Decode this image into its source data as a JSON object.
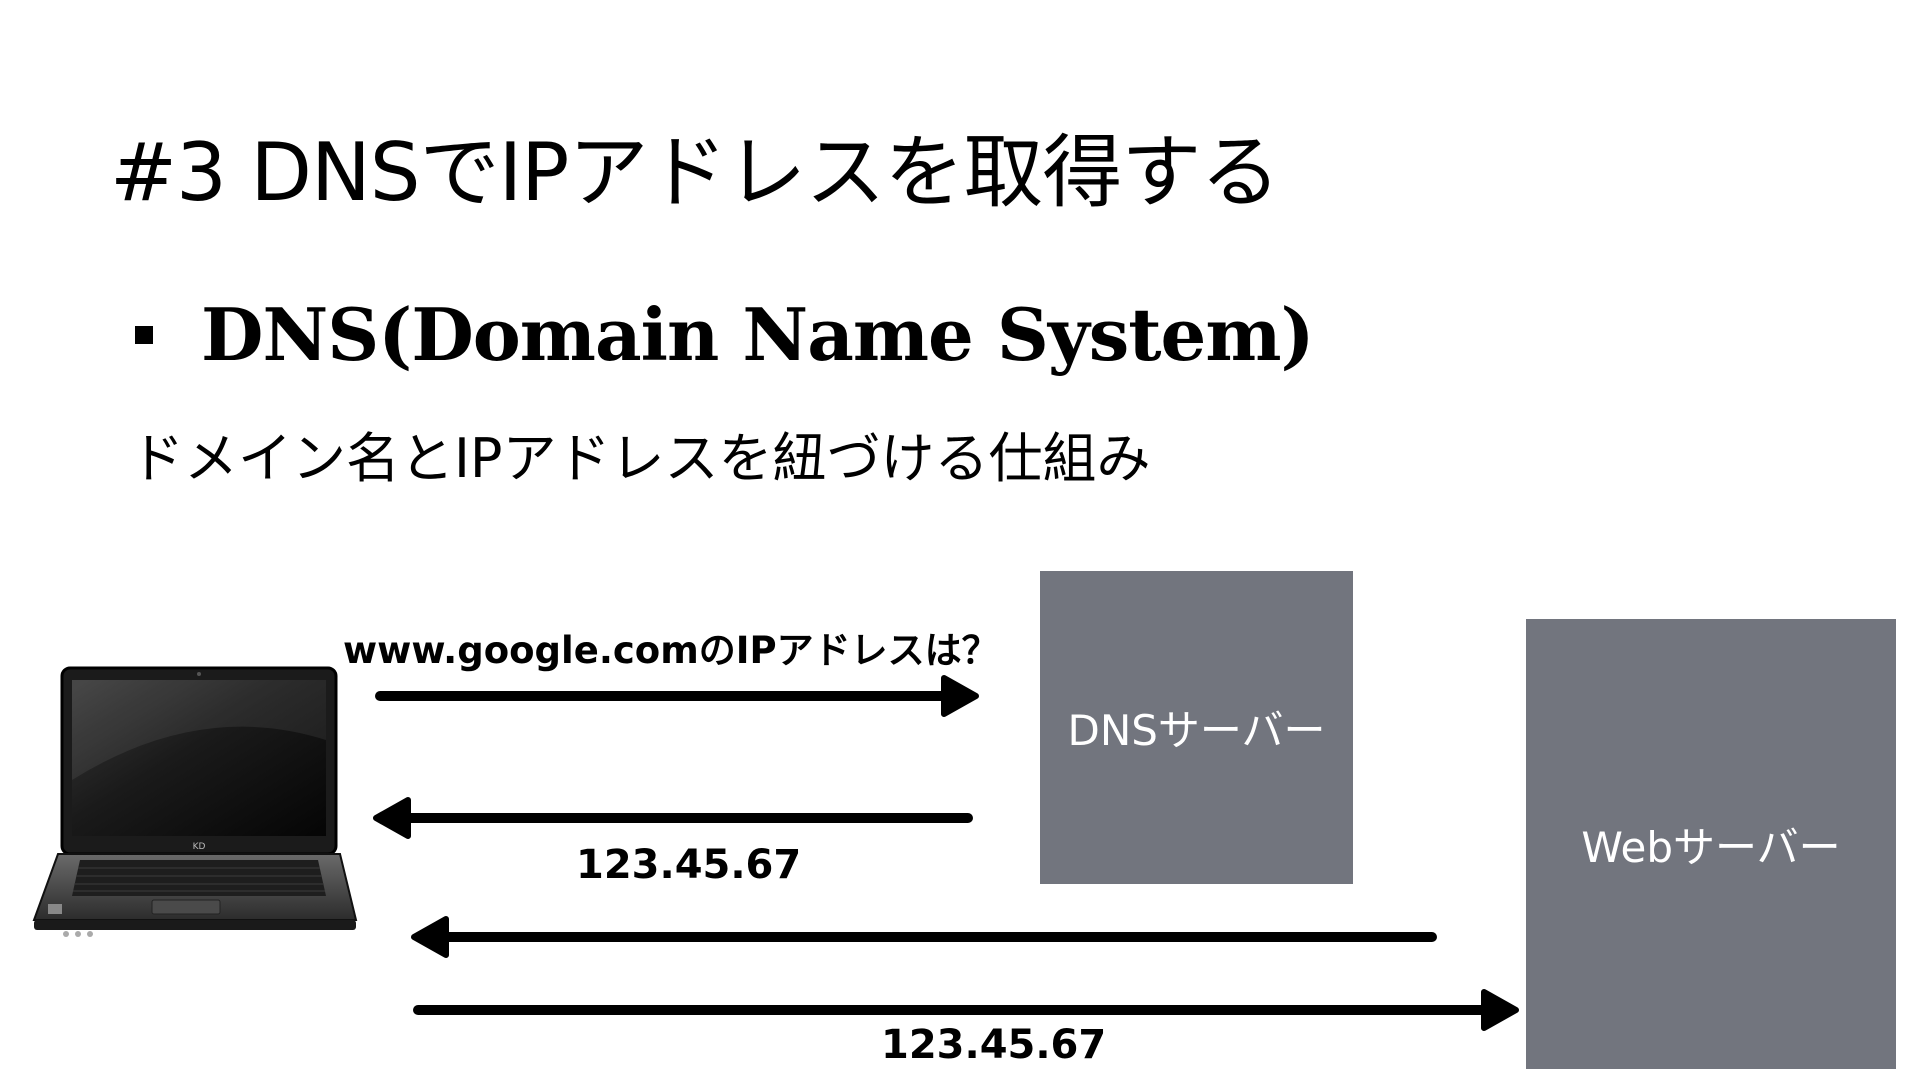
{
  "title": "#3 DNSでIPアドレスを取得する",
  "bullet": {
    "text": "DNS(Domain Name System)"
  },
  "description": "ドメイン名とIPアドレスを紐づける仕組み",
  "diagram": {
    "query_label": "www.google.comのIPアドレスは？",
    "dns_response_label": "123.45.67",
    "web_request_label": "123.45.67",
    "dns_server_label": "DNSサーバー",
    "web_server_label": "Webサーバー",
    "laptop_brand": "KD",
    "server_color": "#72757e",
    "arrow_color": "#000000"
  }
}
